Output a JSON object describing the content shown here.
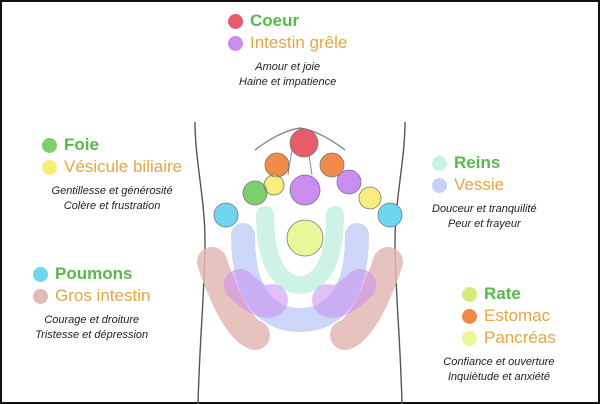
{
  "colors": {
    "green_text": "#56b94a",
    "orange_text": "#e6a545",
    "outline": "#555555"
  },
  "groups": {
    "coeur": {
      "organs": [
        {
          "label": "Coeur",
          "dot": "#e85c6a",
          "color": "#56b94a"
        },
        {
          "label": "Intestin grêle",
          "dot": "#c98cf0",
          "color": "#e6a545"
        }
      ],
      "emotions": [
        "Amour et joie",
        "Haine et impatience"
      ]
    },
    "foie": {
      "organs": [
        {
          "label": "Foie",
          "dot": "#7ccf6a",
          "color": "#56b94a"
        },
        {
          "label": "Vésicule biliaire",
          "dot": "#f6ee7a",
          "color": "#e6a545"
        }
      ],
      "emotions": [
        "Gentillesse et générosité",
        "Colère et frustration"
      ]
    },
    "reins": {
      "organs": [
        {
          "label": "Reins",
          "dot": "#c9f2e2",
          "color": "#56b94a"
        },
        {
          "label": "Vessie",
          "dot": "#c7d3f6",
          "color": "#e6a545"
        }
      ],
      "emotions": [
        "Douceur et tranquilité",
        "Peur et frayeur"
      ]
    },
    "poumons": {
      "organs": [
        {
          "label": "Poumons",
          "dot": "#6fd6f2",
          "color": "#56b94a"
        },
        {
          "label": "Gros intestin",
          "dot": "#e2b9b3",
          "color": "#e6a545"
        }
      ],
      "emotions": [
        "Courage et  droiture",
        "Tristesse et dépression"
      ]
    },
    "rate": {
      "organs": [
        {
          "label": "Rate",
          "dot": "#cfef7a",
          "color": "#56b94a"
        },
        {
          "label": "Estomac",
          "dot": "#f08a4a",
          "color": "#e6a545"
        },
        {
          "label": "Pancréas",
          "dot": "#e9f79a",
          "color": "#e6a545"
        }
      ],
      "emotions": [
        "Confiance et ouverture",
        "Inquiètude et anxiété"
      ]
    }
  }
}
